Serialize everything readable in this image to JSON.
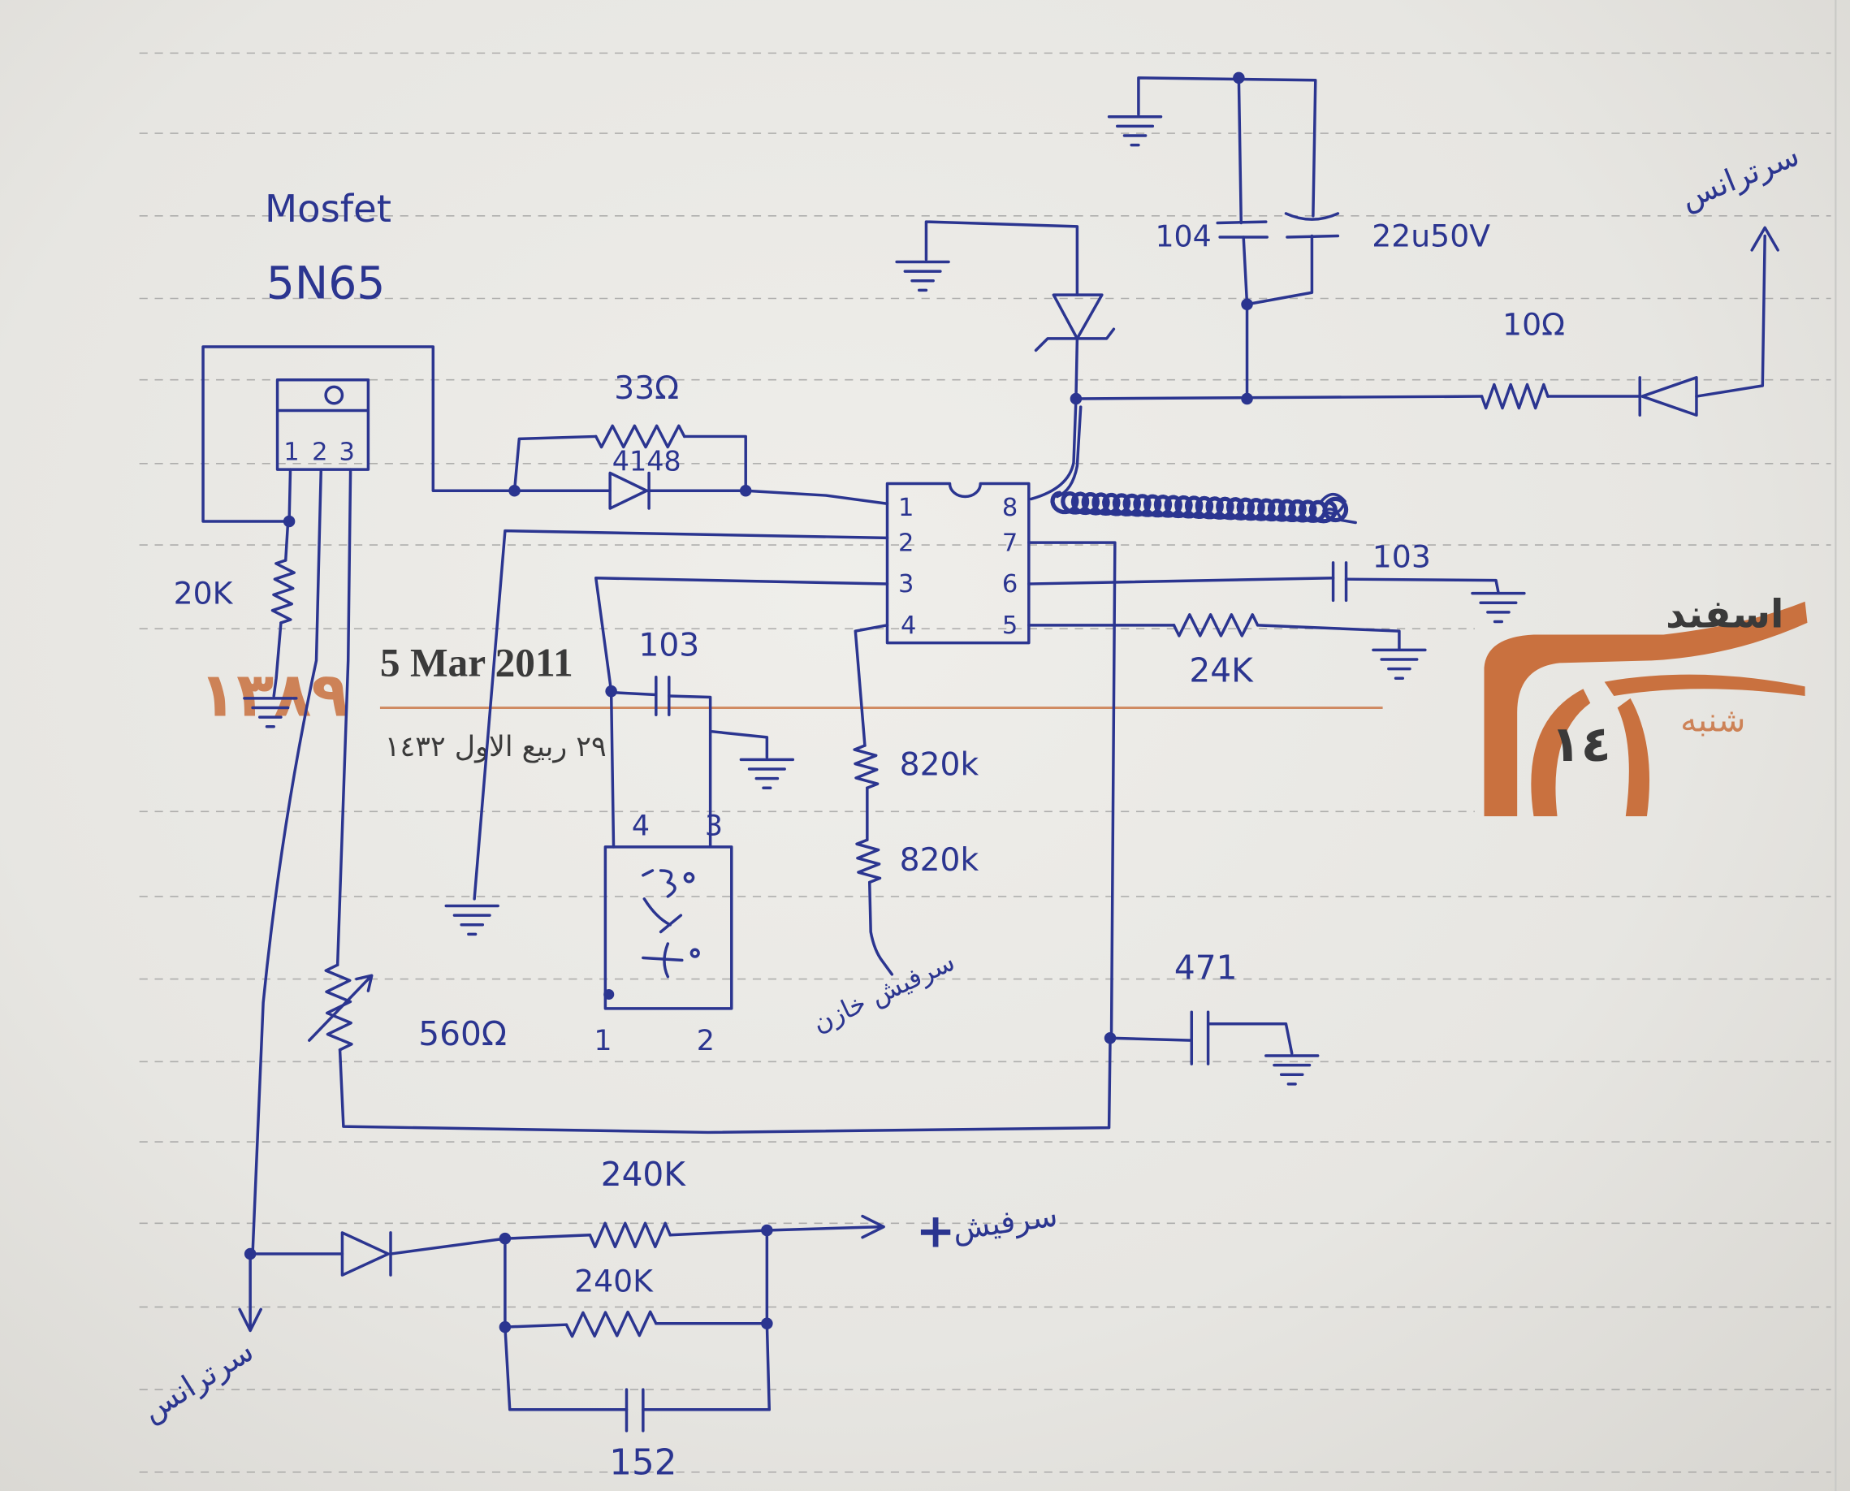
{
  "colors": {
    "ink": "#2b3590",
    "diary_orange": "#c9713f",
    "paper": "#e9e8e4",
    "diary_text": "#3a3a3a"
  },
  "diary": {
    "year_persian": "١٣٨٩",
    "date_gregorian": "5 Mar 2011",
    "date_hijri": "٢٩ ربيع الاول ١٤٣٢",
    "month": "اسفند",
    "weekday": "شنبه",
    "day": "١٤"
  },
  "mosfet": {
    "title": "Mosfet",
    "part": "5N65",
    "pins": [
      "1",
      "2",
      "3"
    ]
  },
  "ic": {
    "pins_left": [
      "1",
      "2",
      "3",
      "4"
    ],
    "pins_right": [
      "8",
      "7",
      "6",
      "5"
    ]
  },
  "module": {
    "pins_top": [
      "4",
      "3"
    ],
    "pins_bottom": [
      "1",
      "2"
    ]
  },
  "components": {
    "r_33": "33Ω",
    "d_4148": "4148",
    "r_20k": "20K",
    "c_103_a": "103",
    "c_104": "104",
    "c_22u": "22u50V",
    "r_10": "10Ω",
    "c_103_b": "103",
    "r_24k": "24K",
    "r_820k_a": "820k",
    "r_820k_b": "820k",
    "r_560": "560Ω",
    "c_471": "471",
    "r_240k_a": "240K",
    "r_240k_b": "240K",
    "c_152": "152"
  },
  "terminals": {
    "transformer_top": "سرترانس",
    "transformer_bottom": "سرترانس",
    "capacitor_lead": "سرفیش خازن",
    "output_plus": "+",
    "output_label": "سرفیش"
  }
}
